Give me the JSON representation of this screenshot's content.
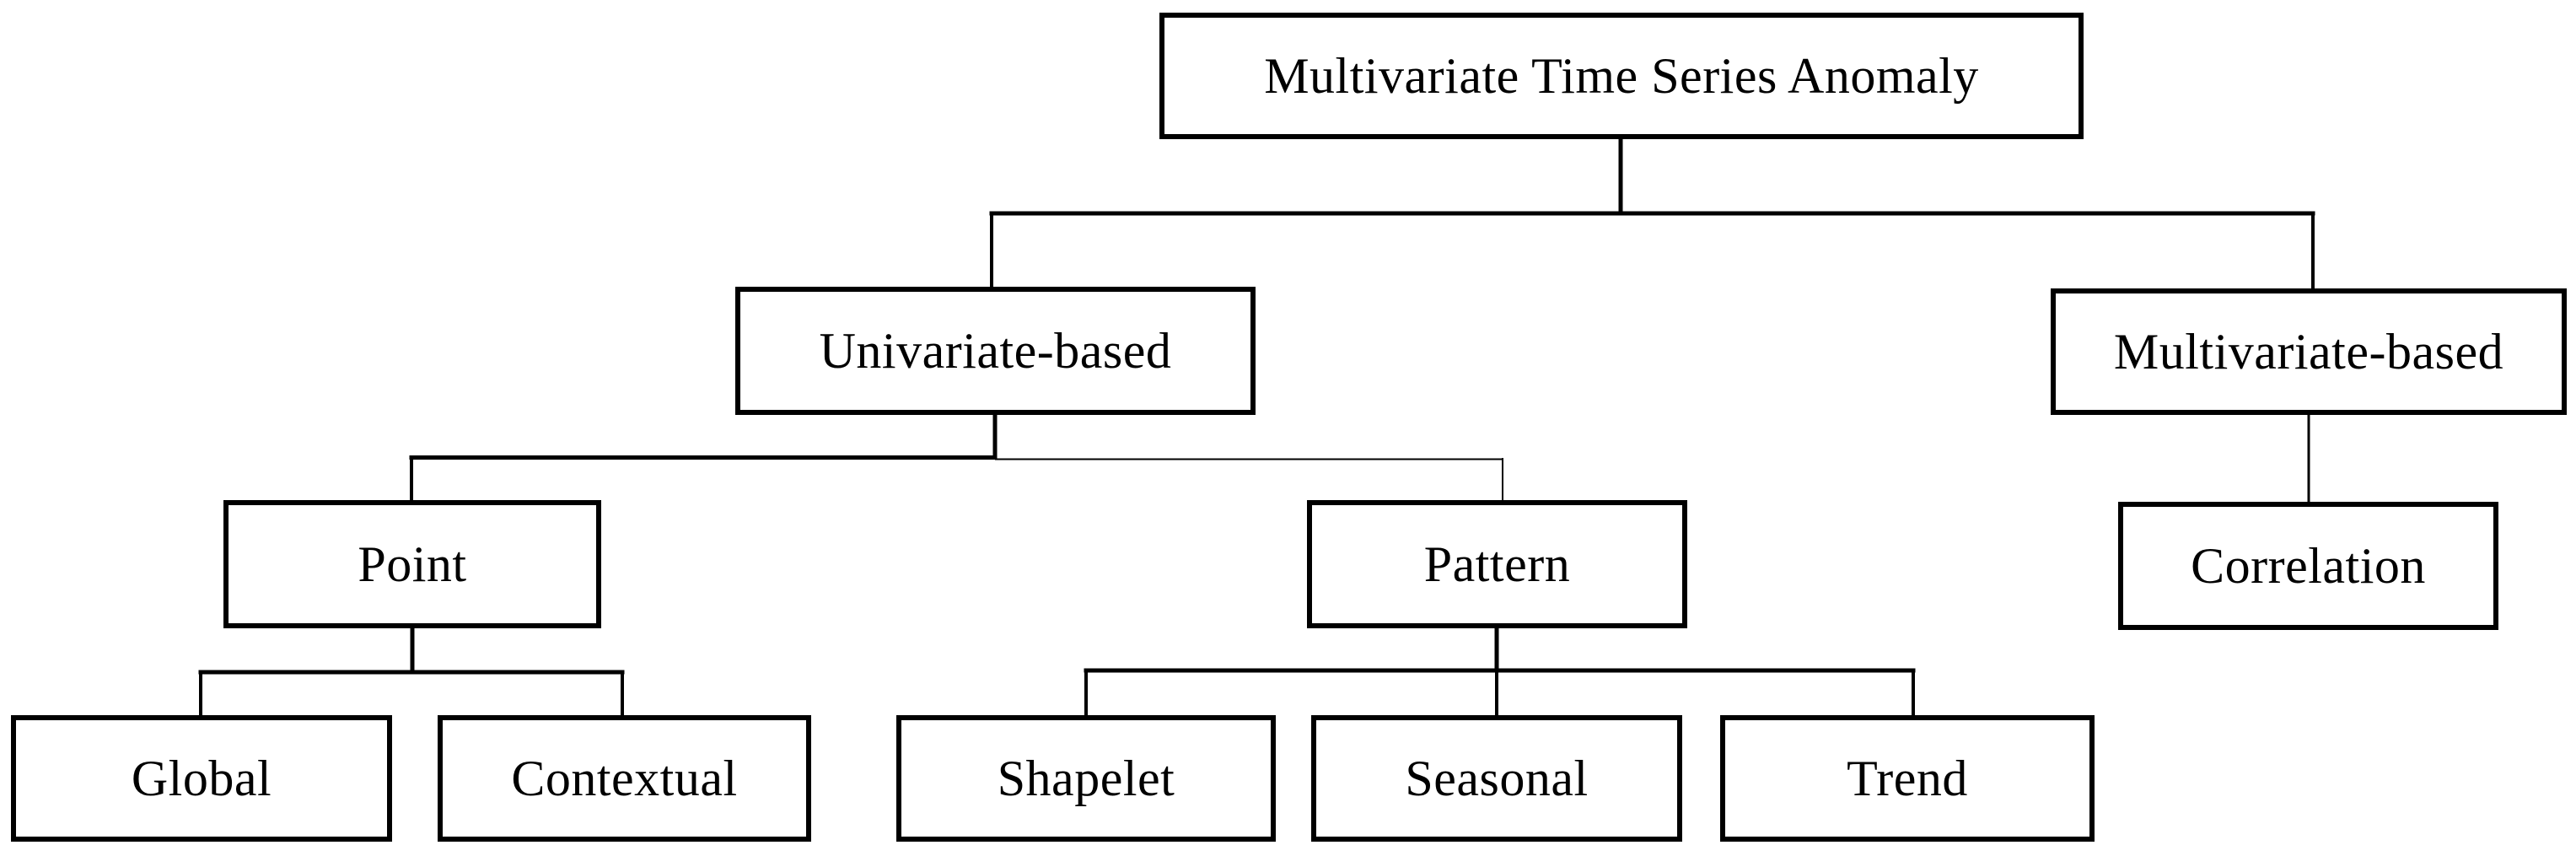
{
  "diagram": {
    "type": "hierarchy-tree",
    "background_color": "#ffffff",
    "line_color": "#000000",
    "text_color": "#000000",
    "nodes": {
      "root": {
        "label": "Multivariate Time Series Anomaly"
      },
      "univariate": {
        "label": "Univariate-based"
      },
      "multivariate": {
        "label": "Multivariate-based"
      },
      "point": {
        "label": "Point"
      },
      "pattern": {
        "label": "Pattern"
      },
      "correlation": {
        "label": "Correlation"
      },
      "global": {
        "label": "Global"
      },
      "contextual": {
        "label": "Contextual"
      },
      "shapelet": {
        "label": "Shapelet"
      },
      "seasonal": {
        "label": "Seasonal"
      },
      "trend": {
        "label": "Trend"
      }
    },
    "edges": [
      {
        "from": "Multivariate Time Series Anomaly",
        "to": "Univariate-based"
      },
      {
        "from": "Multivariate Time Series Anomaly",
        "to": "Multivariate-based"
      },
      {
        "from": "Univariate-based",
        "to": "Point"
      },
      {
        "from": "Univariate-based",
        "to": "Pattern"
      },
      {
        "from": "Multivariate-based",
        "to": "Correlation"
      },
      {
        "from": "Point",
        "to": "Global"
      },
      {
        "from": "Point",
        "to": "Contextual"
      },
      {
        "from": "Pattern",
        "to": "Shapelet"
      },
      {
        "from": "Pattern",
        "to": "Seasonal"
      },
      {
        "from": "Pattern",
        "to": "Trend"
      }
    ]
  }
}
